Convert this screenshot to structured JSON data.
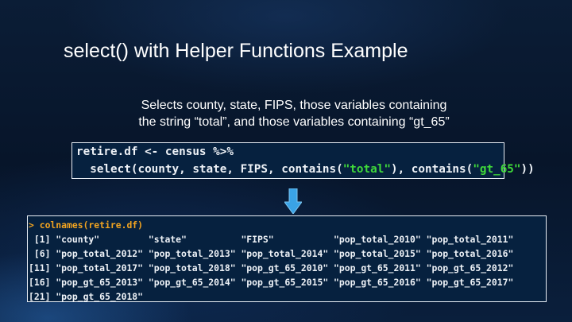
{
  "title": "select() with Helper Functions Example",
  "subtitle": [
    "Selects county, state, FIPS, those variables containing",
    "the string “total”, and those variables containing “gt_65”"
  ],
  "code": {
    "line1": "retire.df <- census %>%",
    "line2_pre": "  select(county, state, FIPS, contains(",
    "str1": "\"total\"",
    "line2_mid": "), contains(",
    "str2": "\"gt_65\"",
    "line2_post": "))"
  },
  "arrow_icon": "down-arrow",
  "output": {
    "prompt": "> colnames(retire.df)",
    "rows": [
      " [1] \"county\"         \"state\"          \"FIPS\"           \"pop_total_2010\" \"pop_total_2011\"",
      " [6] \"pop_total_2012\" \"pop_total_2013\" \"pop_total_2014\" \"pop_total_2015\" \"pop_total_2016\"",
      "[11] \"pop_total_2017\" \"pop_total_2018\" \"pop_gt_65_2010\" \"pop_gt_65_2011\" \"pop_gt_65_2012\"",
      "[16] \"pop_gt_65_2013\" \"pop_gt_65_2014\" \"pop_gt_65_2015\" \"pop_gt_65_2016\" \"pop_gt_65_2017\"",
      "[21] \"pop_gt_65_2018\""
    ]
  }
}
